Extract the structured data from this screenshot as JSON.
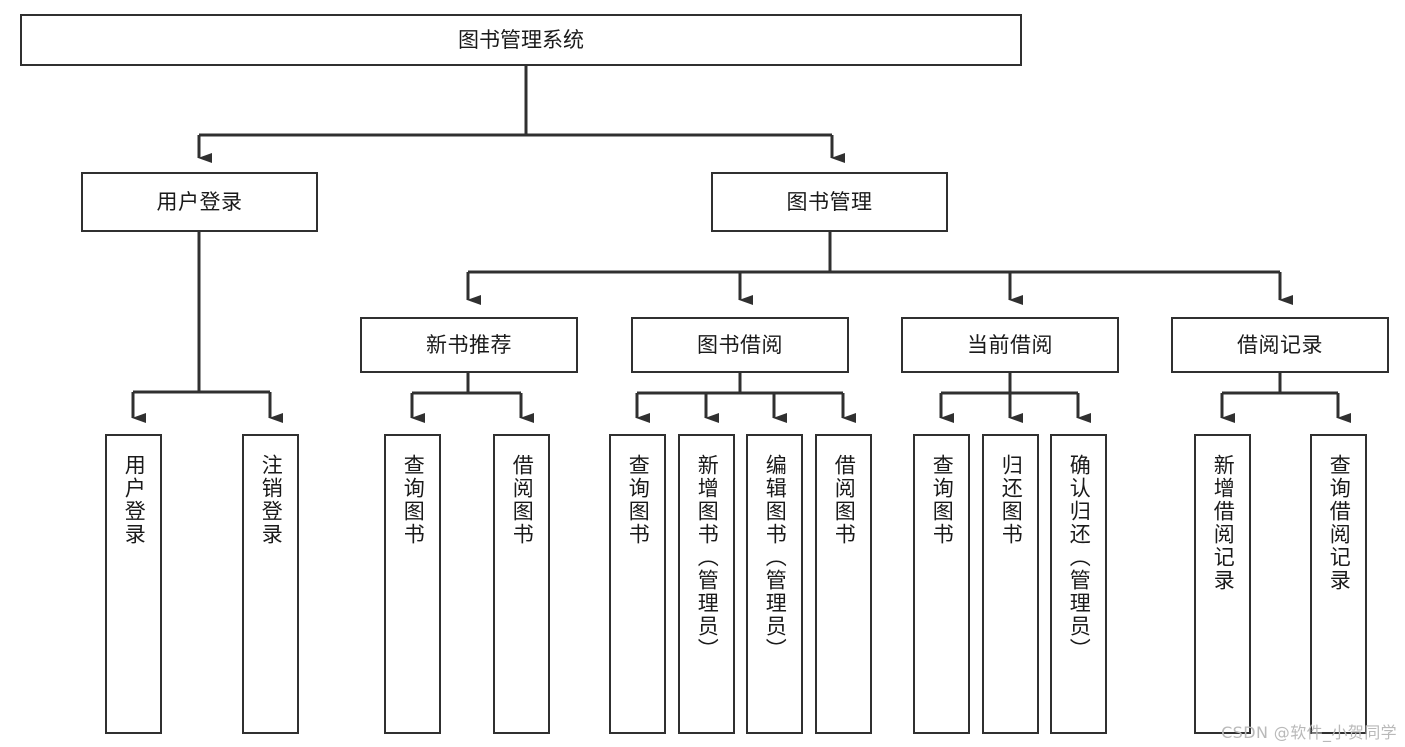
{
  "diagram": {
    "title": "图书管理系统",
    "type": "tree",
    "watermark": "CSDN @软件_小贺同学",
    "colors": {
      "box_border": "#303030",
      "box_fill": "#ffffff",
      "connector": "#303030",
      "text": "#1a1a1a",
      "watermark": "#b9b9b9"
    },
    "nodes": {
      "root": {
        "label": "图书管理系统"
      },
      "level2": [
        {
          "id": "user-login",
          "label": "用户登录"
        },
        {
          "id": "book-manage",
          "label": "图书管理"
        }
      ],
      "level3": [
        {
          "id": "new-book-recommend",
          "label": "新书推荐"
        },
        {
          "id": "book-borrow",
          "label": "图书借阅"
        },
        {
          "id": "current-borrow",
          "label": "当前借阅"
        },
        {
          "id": "borrow-record",
          "label": "借阅记录"
        }
      ],
      "leaves": {
        "user-login": [
          {
            "id": "leaf-user-login",
            "label": "用户登录"
          },
          {
            "id": "leaf-logout-login",
            "label": "注销登录"
          }
        ],
        "new-book-recommend": [
          {
            "id": "leaf-query-book-1",
            "label": "查询图书"
          },
          {
            "id": "leaf-borrow-book-1",
            "label": "借阅图书"
          }
        ],
        "book-borrow": [
          {
            "id": "leaf-query-book-2",
            "label": "查询图书"
          },
          {
            "id": "leaf-add-book-admin",
            "label": "新增图书（管理员）"
          },
          {
            "id": "leaf-edit-book-admin",
            "label": "编辑图书（管理员）"
          },
          {
            "id": "leaf-borrow-book-2",
            "label": "借阅图书"
          }
        ],
        "current-borrow": [
          {
            "id": "leaf-query-book-3",
            "label": "查询图书"
          },
          {
            "id": "leaf-return-book",
            "label": "归还图书"
          },
          {
            "id": "leaf-confirm-return-admin",
            "label": "确认归还（管理员）"
          }
        ],
        "borrow-record": [
          {
            "id": "leaf-add-borrow-record",
            "label": "新增借阅记录"
          },
          {
            "id": "leaf-query-borrow-record",
            "label": "查询借阅记录"
          }
        ]
      }
    }
  }
}
